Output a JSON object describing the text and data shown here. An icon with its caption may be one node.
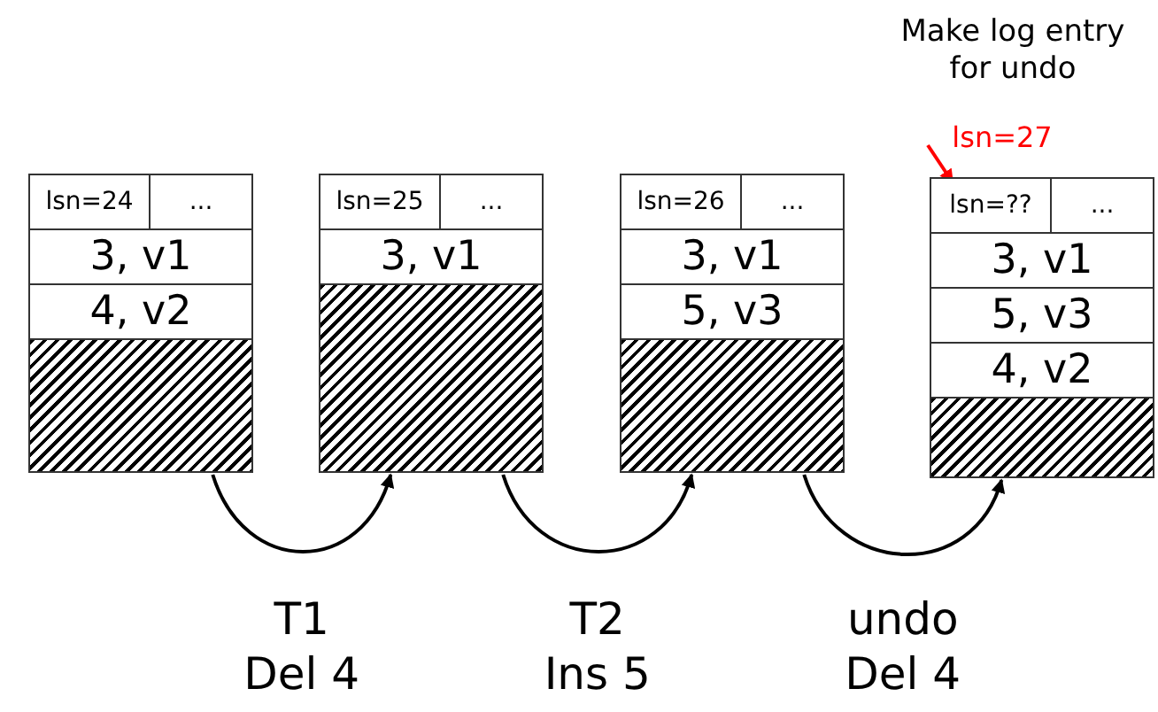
{
  "diagram": {
    "nodes": [
      {
        "text": [],
        "shape": "box"
      },
      {
        "text": [
          "lsn=24"
        ],
        "in": 0
      },
      {
        "text": [
          "..."
        ],
        "in": 0
      },
      {
        "text": [
          "3, v1"
        ],
        "in": 0
      },
      {
        "text": [
          "4, v2"
        ],
        "in": 0
      },
      {
        "text": [],
        "shape": "box",
        "in": 0
      },
      {
        "text": [],
        "shape": "box"
      },
      {
        "text": [
          "lsn=25"
        ],
        "in": 6
      },
      {
        "text": [
          "..."
        ],
        "in": 6
      },
      {
        "text": [
          "3, v1"
        ],
        "in": 6
      },
      {
        "text": [],
        "shape": "box",
        "in": 6
      },
      {
        "text": [],
        "shape": "box"
      },
      {
        "text": [
          "lsn=26"
        ],
        "in": 11
      },
      {
        "text": [
          "..."
        ],
        "in": 11
      },
      {
        "text": [
          "3, v1"
        ],
        "in": 11
      },
      {
        "text": [
          "5, v3"
        ],
        "in": 11
      },
      {
        "text": [],
        "shape": "box",
        "in": 11
      },
      {
        "text": [
          "lsn=27"
        ]
      },
      {
        "text": [],
        "shape": "box"
      },
      {
        "text": [
          "lsn=??"
        ],
        "in": 18
      },
      {
        "text": [
          "..."
        ],
        "in": 18
      },
      {
        "text": [
          "3, v1"
        ],
        "in": 18
      },
      {
        "text": [
          "5, v3"
        ],
        "in": 18
      },
      {
        "text": [
          "4, v2"
        ],
        "in": 18
      },
      {
        "text": [],
        "shape": "box",
        "in": 18
      }
    ],
    "edges": [
      {
        "from": 0,
        "to": 6,
        "arrow": "to",
        "label": "T1 Del 4"
      },
      {
        "from": 6,
        "to": 11,
        "arrow": "to",
        "label": "T2 Ins 5"
      },
      {
        "from": 11,
        "to": 18,
        "arrow": "to",
        "label": "undo Del 4"
      },
      {
        "from": 17,
        "to": 19,
        "arrow": "to",
        "color": "#ff0000"
      }
    ],
    "labels": [
      "Make log entry for undo"
    ]
  }
}
